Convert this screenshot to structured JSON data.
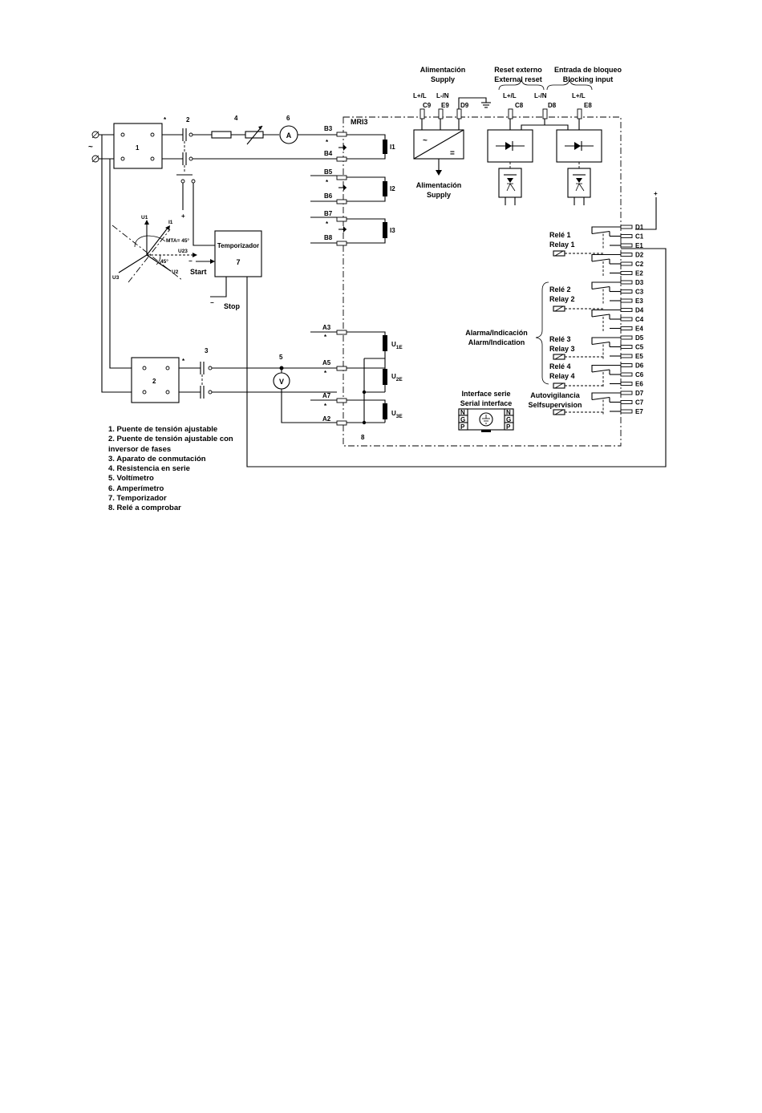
{
  "supply": {
    "title_es": "Alimentación",
    "title_en": "Supply",
    "term_lplus": "L+/L",
    "term_lminus": "L-/N",
    "t_c9": "C9",
    "t_e9": "E9",
    "t_d9": "D9",
    "inner_es": "Alimentación",
    "inner_en": "Supply",
    "ac_symbol": "~",
    "dc_symbol": "="
  },
  "reset": {
    "title_es": "Reset externo",
    "title_en": "External reset",
    "term_lplus": "L+/L",
    "t_c8": "C8",
    "term_lminus": "L-/N",
    "t_d8": "D8"
  },
  "blocking": {
    "title_es": "Entrada de bloqueo",
    "title_en": "Blocking input",
    "term_lplus": "L+/L",
    "t_e8": "E8"
  },
  "device": {
    "label": "MRI3",
    "number": "8"
  },
  "current_inputs": [
    {
      "t1": "B3",
      "t2": "B4",
      "name": "I1"
    },
    {
      "t1": "B5",
      "t2": "B6",
      "name": "I2"
    },
    {
      "t1": "B7",
      "t2": "B8",
      "name": "I3"
    }
  ],
  "voltage_inputs": [
    {
      "t": "A3",
      "name": "U",
      "sub": "1E"
    },
    {
      "t": "A5",
      "name": "U",
      "sub": "2E"
    },
    {
      "t": "A7",
      "name": "U",
      "sub": "3E"
    },
    {
      "t": "A2"
    }
  ],
  "relays": [
    {
      "es": "Relé 1",
      "en": "Relay 1"
    },
    {
      "es": "Relé 2",
      "en": "Relay 2"
    },
    {
      "es": "Relé 3",
      "en": "Relay 3"
    },
    {
      "es": "Relé 4",
      "en": "Relay 4"
    }
  ],
  "alarm": {
    "es": "Alarma/Indicación",
    "en": "Alarm/Indication"
  },
  "selfsup": {
    "es": "Autovigilancia",
    "en": "Selfsupervision"
  },
  "output_terminals": [
    "D1",
    "C1",
    "E1",
    "D2",
    "C2",
    "E2",
    "D3",
    "C3",
    "E3",
    "D4",
    "C4",
    "E4",
    "D5",
    "C5",
    "E5",
    "D6",
    "C6",
    "E6",
    "D7",
    "C7",
    "E7"
  ],
  "serial": {
    "es": "Interface serie",
    "en": "Serial interface",
    "n": "N",
    "g": "G",
    "p": "P"
  },
  "timer": {
    "label": "Temporizador",
    "number": "7",
    "start": "Start",
    "stop": "Stop",
    "plus": "+",
    "minus": "−"
  },
  "components": {
    "n1": "1",
    "n2": "2",
    "n3": "3",
    "n4": "4",
    "n5": "5",
    "n6": "6",
    "star": "*",
    "ammeter": "A",
    "voltmeter": "V",
    "tilde": "~",
    "plus": "+"
  },
  "phasor": {
    "u1": "U1",
    "i1": "I1",
    "u2": "U2",
    "u3": "U3",
    "u23": "U23",
    "mta": "MTA= 45°",
    "angle": "45°"
  },
  "legend": [
    "1. Puente de tensión ajustable",
    "2. Puente de tensión ajustable con",
    "    inversor de fases",
    "3. Aparato de conmutación",
    "4. Resistencia en serie",
    "5. Voltímetro",
    "6. Amperímetro",
    "7. Temporizador",
    "8. Relé a comprobar"
  ]
}
